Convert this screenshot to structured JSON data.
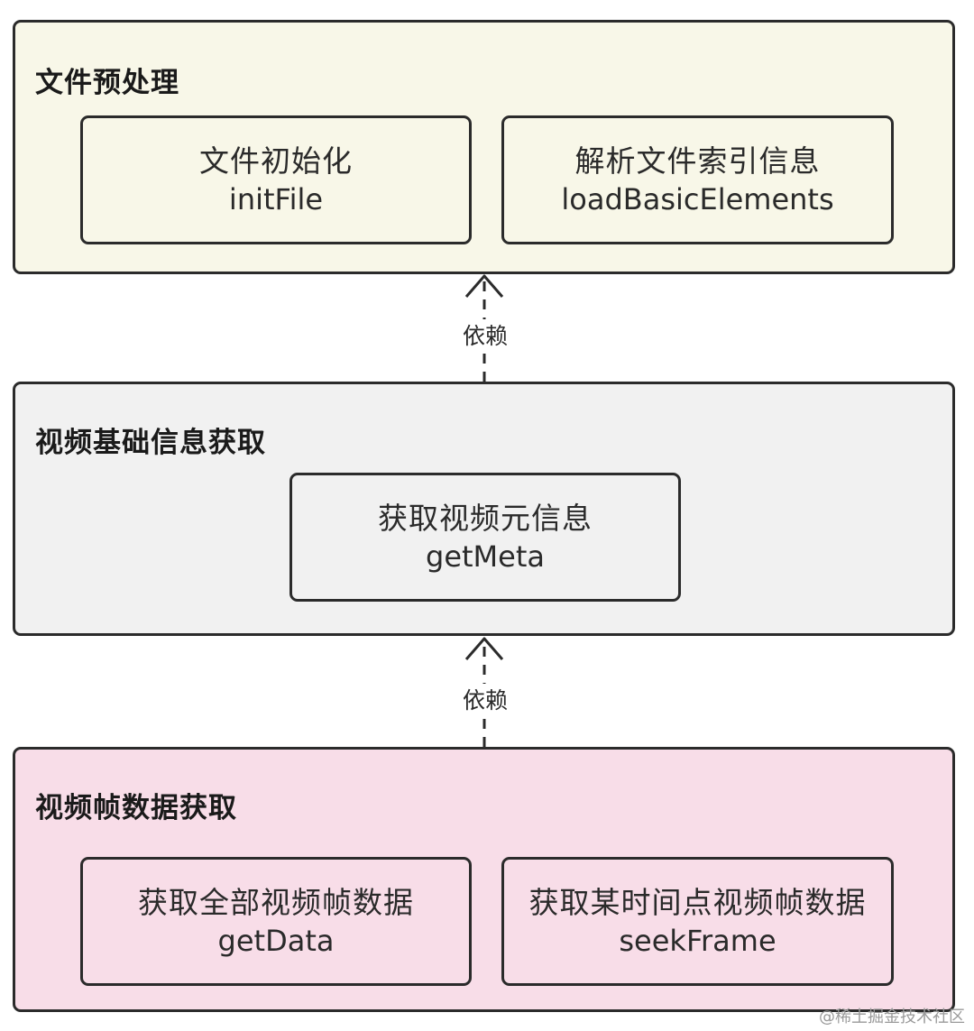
{
  "groups": [
    {
      "title": "文件预处理",
      "fill": "#f8f7e8",
      "nodes": [
        {
          "cn": "文件初始化",
          "en": "initFile"
        },
        {
          "cn": "解析文件索引信息",
          "en": "loadBasicElements"
        }
      ]
    },
    {
      "title": "视频基础信息获取",
      "fill": "#f1f1f1",
      "nodes": [
        {
          "cn": "获取视频元信息",
          "en": "getMeta"
        }
      ]
    },
    {
      "title": "视频帧数据获取",
      "fill": "#f8dde8",
      "nodes": [
        {
          "cn": "获取全部视频帧数据",
          "en": "getData"
        },
        {
          "cn": "获取某时间点视频帧数据",
          "en": "seekFrame"
        }
      ]
    }
  ],
  "edges": [
    {
      "from": "视频基础信息获取",
      "to": "文件预处理",
      "label": "依赖"
    },
    {
      "from": "视频帧数据获取",
      "to": "视频基础信息获取",
      "label": "依赖"
    }
  ],
  "colors": {
    "stroke": "#2b2b2b"
  },
  "watermark": "@稀土掘金技术社区"
}
